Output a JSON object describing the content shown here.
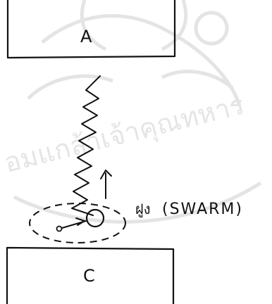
{
  "labels": {
    "box_top": "A",
    "box_bottom": "C",
    "swarm_thai": "ฝูง",
    "swarm_en": "(SWARM)"
  },
  "watermark": {
    "text": "อมแกล้าเจ้าคุณทหาร",
    "color": "#e2e2e2"
  }
}
